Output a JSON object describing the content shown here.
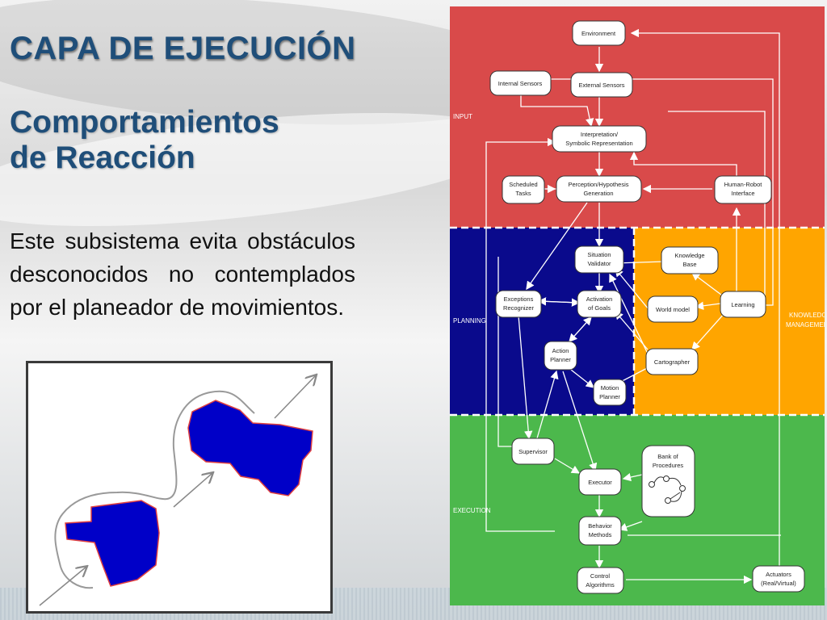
{
  "slide": {
    "title": "CAPA DE EJECUCIÓN",
    "subtitle_line1": "Comportamientos",
    "subtitle_line2": "de Reacción",
    "body": "Este subsistema evita obstáculos desconocidos no contemplados por el planeador de movimientos."
  },
  "diagram": {
    "regions": {
      "input": "INPUT",
      "planning": "PLANNING",
      "knowledge_line1": "KNOWLEDGE",
      "knowledge_line2": "MANAGEMENT",
      "execution": "EXECUTION"
    },
    "nodes": {
      "environment": "Environment",
      "internal_sensors": "Internal Sensors",
      "external_sensors": "External Sensors",
      "interpretation_1": "Interpretation/",
      "interpretation_2": "Symbolic Representation",
      "scheduled_1": "Scheduled",
      "scheduled_2": "Tasks",
      "perception_1": "Perception/Hypothesis",
      "perception_2": "Generation",
      "hri_1": "Human-Robot",
      "hri_2": "Interface",
      "situation_1": "Situation",
      "situation_2": "Validator",
      "knowledge_1": "Knowledge",
      "knowledge_2": "Base",
      "exceptions_1": "Exceptions",
      "exceptions_2": "Recognizer",
      "activation_1": "Activation",
      "activation_2": "of Goals",
      "world_model": "World model",
      "learning": "Learning",
      "action_1": "Action",
      "action_2": "Planner",
      "cartographer": "Cartographer",
      "motion_1": "Motion",
      "motion_2": "Planner",
      "supervisor": "Supervisor",
      "bank_1": "Bank of",
      "bank_2": "Procedures",
      "executor": "Executor",
      "behavior_1": "Behavior",
      "behavior_2": "Methods",
      "control_1": "Control",
      "control_2": "Algorithms",
      "actuators_1": "Actuators",
      "actuators_2": "(Real/Virtual)"
    },
    "colors": {
      "input": "#d94a4a",
      "planning": "#0a0a8c",
      "knowledge": "#ffa500",
      "execution": "#4cb84c",
      "title": "#1f4e79",
      "obstacle": "#0000c8"
    }
  }
}
